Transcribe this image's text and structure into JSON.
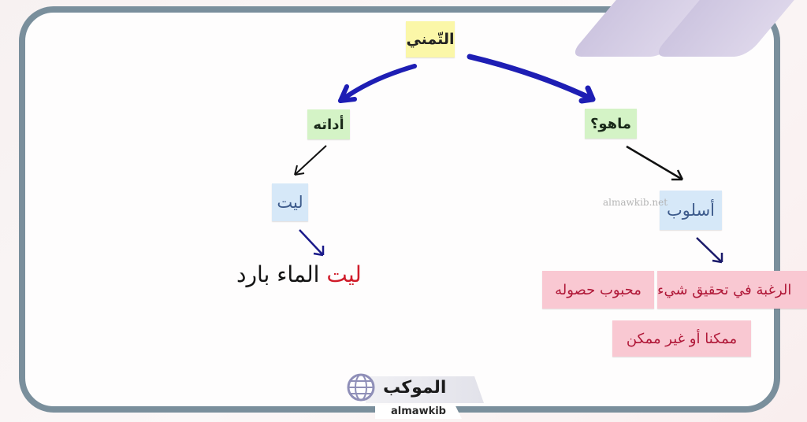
{
  "diagram": {
    "root": {
      "label": "التّمني",
      "color": "#fbf7a8"
    },
    "left_branch": {
      "label": "أداته",
      "child": {
        "label": "ليت"
      },
      "example": {
        "highlight": "ليت",
        "rest": "الماء بارد",
        "highlight_color": "#d01c2a"
      }
    },
    "right_branch": {
      "label": "ماهو؟",
      "child": {
        "label": "أسلوب"
      },
      "definition": {
        "line1_part1": "الرغبة في تحقيق شيء",
        "line1_part2": "محبوب حصوله",
        "line2": "ممكنا أو غير ممكن"
      }
    },
    "colors": {
      "frame": "#7a8f9c",
      "main_arrow": "#1e1eb4",
      "secondary_arrow": "#111111",
      "pink_text": "#b01838"
    }
  },
  "watermark": "almawkib.net",
  "logo": {
    "arabic": "الموكب",
    "latin": "almawkib"
  }
}
